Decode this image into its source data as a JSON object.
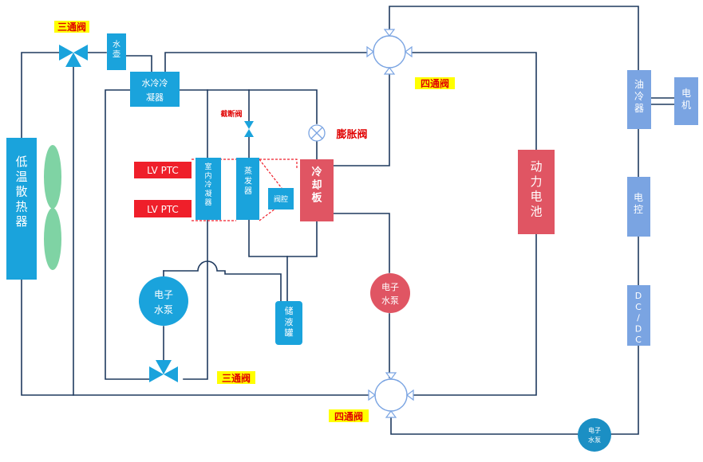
{
  "colors": {
    "line": "#1f3a5f",
    "cyan": "#1aa3dc",
    "cyan_dark": "#1b8fc4",
    "blue": "#7aa4e2",
    "red_pink": "#e05563",
    "red": "#ef1f2a",
    "green": "#7fd3a4",
    "yellow": "#ffff00",
    "valve_edge": "#7aa4e2",
    "text_white": "#ffffff",
    "text_red": "#e00000"
  },
  "labels": {
    "three_way_top": "三通阀",
    "three_way_bottom": "三通阀",
    "four_way_top": "四通阀",
    "four_way_bottom": "四通阀",
    "shutoff_valve": "截断阀",
    "expansion_valve": "膨胀阀",
    "lv_ptc_1": "LV PTC",
    "lv_ptc_2": "LV PTC"
  },
  "components": {
    "radiator": "低温散热器",
    "water_heater": "水壶",
    "water_condenser_1": "水冷冷",
    "water_condenser_2": "凝器",
    "cabin_condenser": "室内冷凝器",
    "evaporator": "蒸发器",
    "gas_liquid": "阀腔",
    "chiller": "冷却板",
    "accumulator": "储液罐",
    "pump_left": "电子水泵",
    "pump_mid": "电子水泵",
    "pump_bottom": "电子水泵",
    "battery": "动力电池",
    "oil_cooler": "油冷器",
    "motor": "电机",
    "controller": "电控",
    "dcdc": "DC/DC"
  }
}
